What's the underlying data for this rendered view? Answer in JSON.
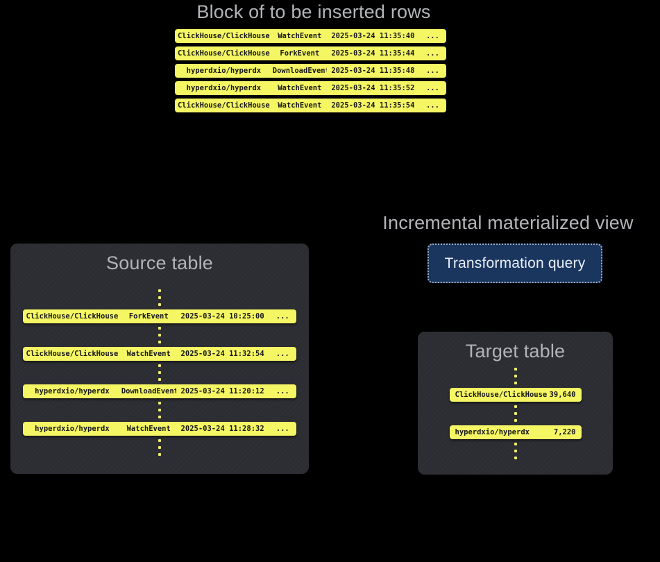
{
  "colors": {
    "background": "#000000",
    "row_yellow": "#f5f663",
    "row_text": "#16171a",
    "box_bg": "#2b2d32",
    "title_gray": "#b2b4b8",
    "button_bg": "#1a365f",
    "button_border": "#9fb0c8",
    "button_text": "#e9eef7",
    "dot_yellow": "#f0ef6a"
  },
  "insert_block": {
    "title": "Block of to be inserted rows",
    "rows": [
      {
        "repo": "ClickHouse/ClickHouse",
        "event": "WatchEvent",
        "timestamp": "2025-03-24 11:35:40",
        "more": "..."
      },
      {
        "repo": "ClickHouse/ClickHouse",
        "event": "ForkEvent",
        "timestamp": "2025-03-24 11:35:44",
        "more": "..."
      },
      {
        "repo": "hyperdxio/hyperdx",
        "event": "DownloadEvent",
        "timestamp": "2025-03-24 11:35:48",
        "more": "..."
      },
      {
        "repo": "hyperdxio/hyperdx",
        "event": "WatchEvent",
        "timestamp": "2025-03-24 11:35:52",
        "more": "..."
      },
      {
        "repo": "ClickHouse/ClickHouse",
        "event": "WatchEvent",
        "timestamp": "2025-03-24 11:35:54",
        "more": "..."
      }
    ]
  },
  "source_table": {
    "title": "Source table",
    "rows": [
      {
        "repo": "ClickHouse/ClickHouse",
        "event": "ForkEvent",
        "timestamp": "2025-03-24 10:25:00",
        "more": "..."
      },
      {
        "repo": "ClickHouse/ClickHouse",
        "event": "WatchEvent",
        "timestamp": "2025-03-24 11:32:54",
        "more": "..."
      },
      {
        "repo": "hyperdxio/hyperdx",
        "event": "DownloadEvent",
        "timestamp": "2025-03-24 11:20:12",
        "more": "..."
      },
      {
        "repo": "hyperdxio/hyperdx",
        "event": "WatchEvent",
        "timestamp": "2025-03-24 11:28:32",
        "more": "..."
      }
    ]
  },
  "materialized_view": {
    "title": "Incremental materialized view",
    "button_label": "Transformation query"
  },
  "target_table": {
    "title": "Target table",
    "rows": [
      {
        "repo": "ClickHouse/ClickHouse",
        "count": "39,640"
      },
      {
        "repo": "hyperdxio/hyperdx",
        "count": "7,220"
      }
    ]
  }
}
